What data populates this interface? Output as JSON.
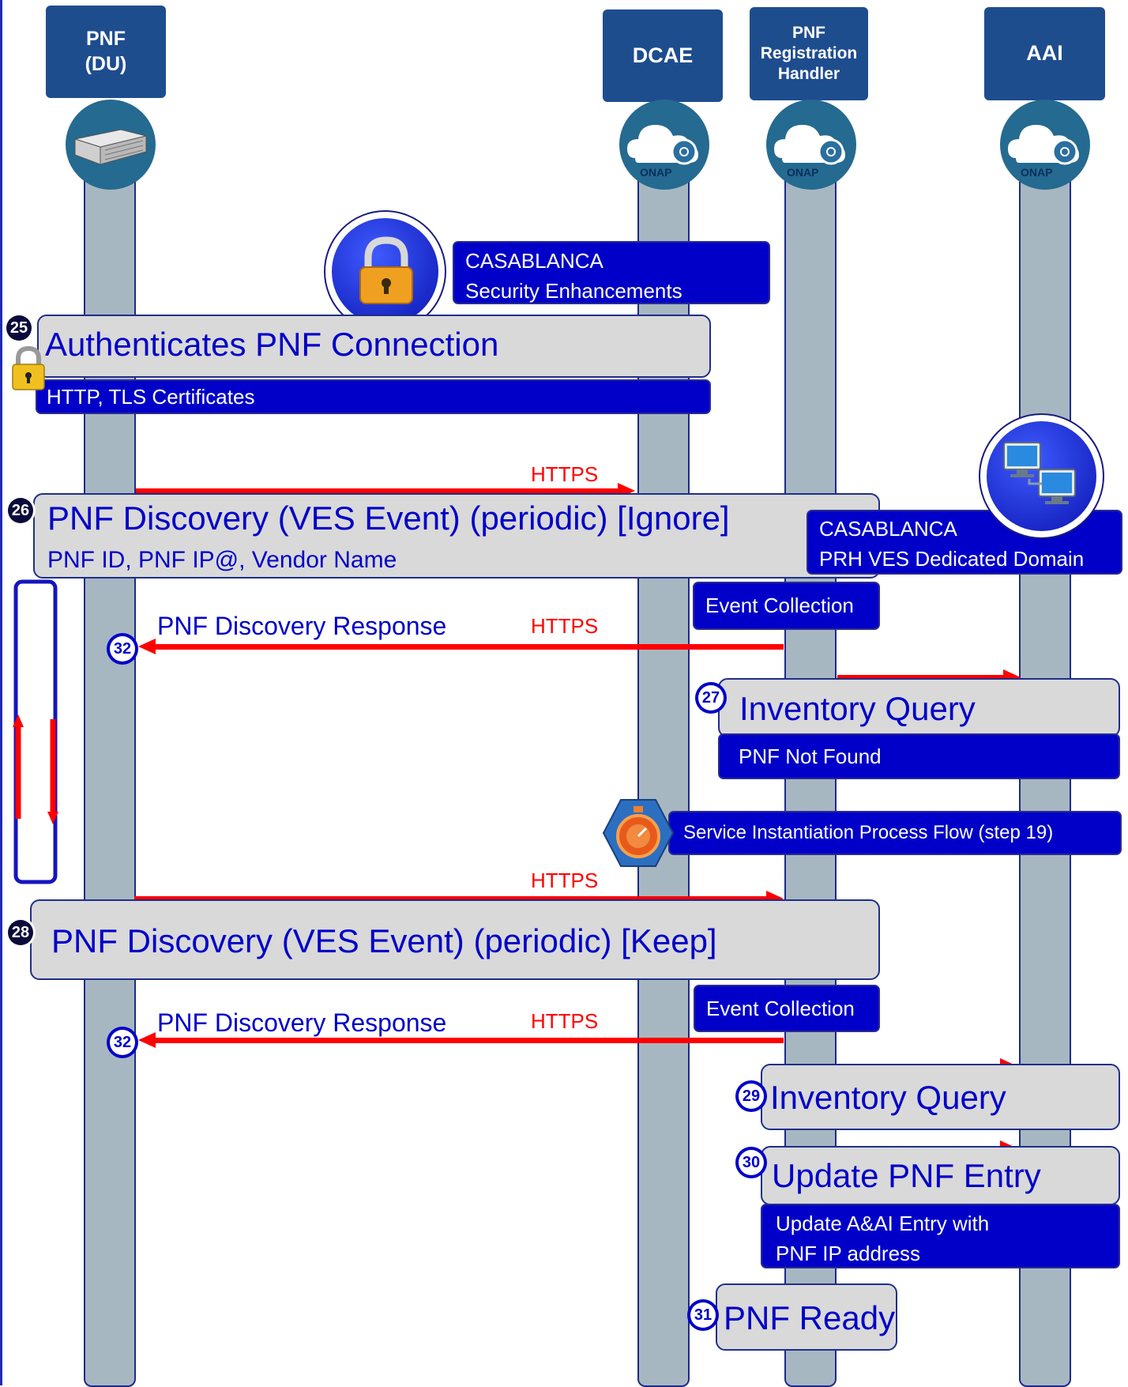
{
  "lanes": {
    "pnf": "PNF\n(DU)",
    "dcae": "DCAE",
    "prh": "PNF\nRegistration\nHandler",
    "aai": "AAI",
    "onap_logo": "ONAP"
  },
  "callouts": {
    "security": {
      "line1": "CASABLANCA",
      "line2": "Security Enhancements"
    },
    "prh_domain": {
      "line1": "CASABLANCA",
      "line2": "PRH VES Dedicated Domain"
    }
  },
  "steps": {
    "s25": {
      "num": "25",
      "title": "Authenticates PNF Connection",
      "detail": "HTTP, TLS Certificates"
    },
    "s26": {
      "num": "26",
      "title": "PNF Discovery (VES Event) (periodic) [Ignore]",
      "detail": "PNF ID, PNF IP@, Vendor Name",
      "protocol": "HTTPS"
    },
    "ec1": "Event Collection",
    "r32a": {
      "num": "32",
      "label": "PNF Discovery Response",
      "protocol": "HTTPS"
    },
    "s27": {
      "num": "27",
      "title": "Inventory Query",
      "detail": "PNF Not Found"
    },
    "service": "Service Instantiation Process Flow (step 19)",
    "s28": {
      "num": "28",
      "title": "PNF Discovery (VES Event) (periodic) [Keep]",
      "protocol": "HTTPS"
    },
    "ec2": "Event Collection",
    "r32b": {
      "num": "32",
      "label": "PNF Discovery Response",
      "protocol": "HTTPS"
    },
    "s29": {
      "num": "29",
      "title": "Inventory Query"
    },
    "s30": {
      "num": "30",
      "title": "Update PNF Entry",
      "detail_line1": "Update A&AI Entry with",
      "detail_line2": "PNF IP address"
    },
    "s31": {
      "num": "31",
      "title": "PNF Ready"
    }
  },
  "icons": [
    "padlock-icon",
    "server-hardware-icon",
    "cloud-icon",
    "networked-computers-icon",
    "stopwatch-icon",
    "loop-icon"
  ],
  "colors": {
    "lane": "#a7b7c1",
    "header": "#1e4d8e",
    "step_box": "#d9d9d9",
    "detail_box": "#0000c8",
    "arrow": "#ff0000",
    "text_blue": "#0000c8"
  }
}
